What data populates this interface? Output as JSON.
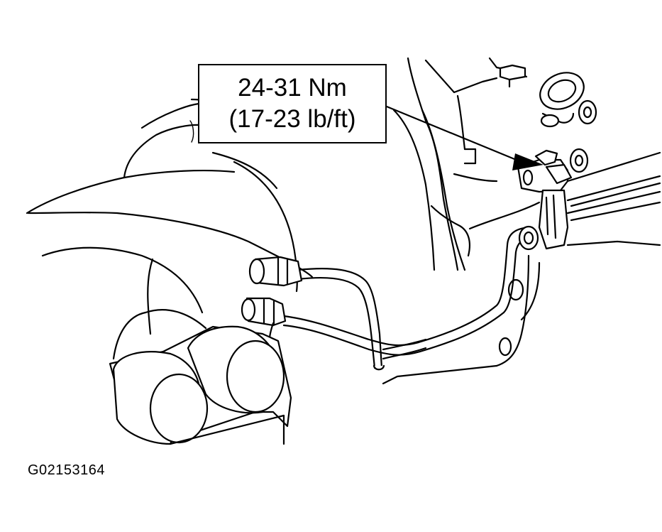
{
  "callout": {
    "torque_metric": "24-31 Nm",
    "torque_imperial": "(17-23 lb/ft)"
  },
  "figure_id": "G02153164",
  "colors": {
    "line": "#000000",
    "background": "#ffffff"
  }
}
